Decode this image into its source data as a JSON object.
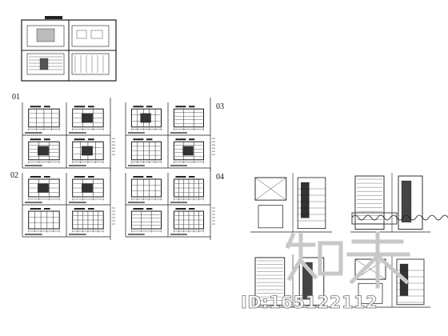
{
  "sheet_labels": [
    "01",
    "02",
    "03",
    "04"
  ],
  "watermark": {
    "logo_text": "知末",
    "id_text": "ID:165122112"
  },
  "colors": {
    "line": "#1a1a1a",
    "paper": "#ffffff",
    "watermark": "#c9c9c9"
  }
}
